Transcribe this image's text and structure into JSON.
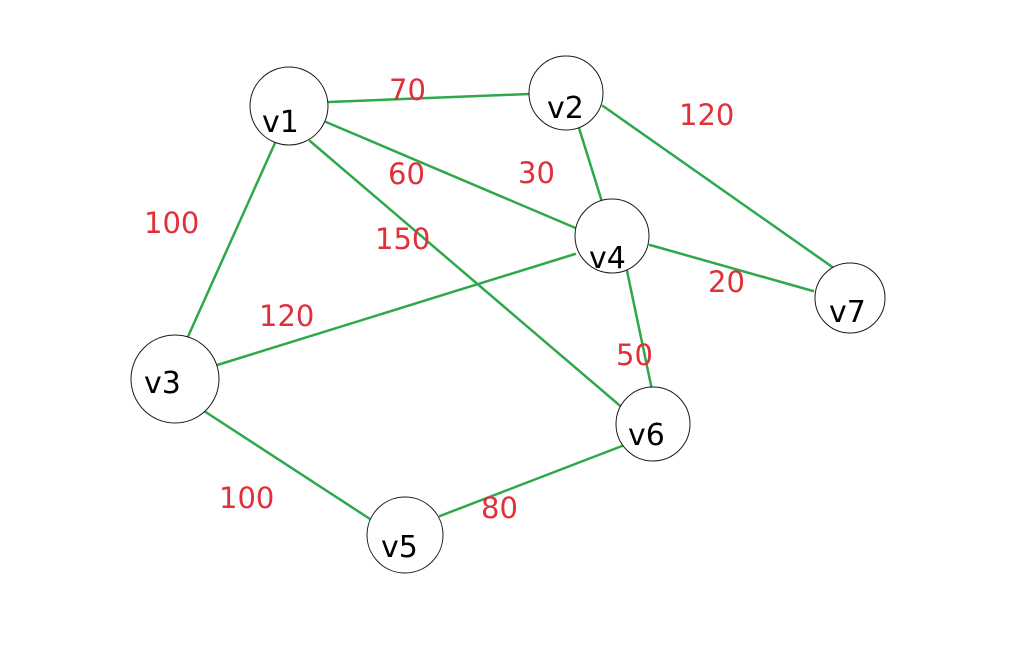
{
  "colors": {
    "edge": "#2ea84a",
    "weight": "#e0303a",
    "node_stroke": "#1a1a1a",
    "node_text": "#000000"
  },
  "nodes": [
    {
      "id": "v1",
      "label": "v1"
    },
    {
      "id": "v2",
      "label": "v2"
    },
    {
      "id": "v3",
      "label": "v3"
    },
    {
      "id": "v4",
      "label": "v4"
    },
    {
      "id": "v5",
      "label": "v5"
    },
    {
      "id": "v6",
      "label": "v6"
    },
    {
      "id": "v7",
      "label": "v7"
    }
  ],
  "edges": [
    {
      "from": "v1",
      "to": "v2",
      "weight": "70"
    },
    {
      "from": "v2",
      "to": "v4",
      "weight": "30"
    },
    {
      "from": "v2",
      "to": "v7",
      "weight": "120"
    },
    {
      "from": "v1",
      "to": "v4",
      "weight": "60"
    },
    {
      "from": "v1",
      "to": "v3",
      "weight": "100"
    },
    {
      "from": "v1",
      "to": "v6",
      "weight": "150"
    },
    {
      "from": "v3",
      "to": "v4",
      "weight": "120"
    },
    {
      "from": "v4",
      "to": "v7",
      "weight": "20"
    },
    {
      "from": "v4",
      "to": "v6",
      "weight": "50"
    },
    {
      "from": "v3",
      "to": "v5",
      "weight": "100"
    },
    {
      "from": "v5",
      "to": "v6",
      "weight": "80"
    }
  ]
}
